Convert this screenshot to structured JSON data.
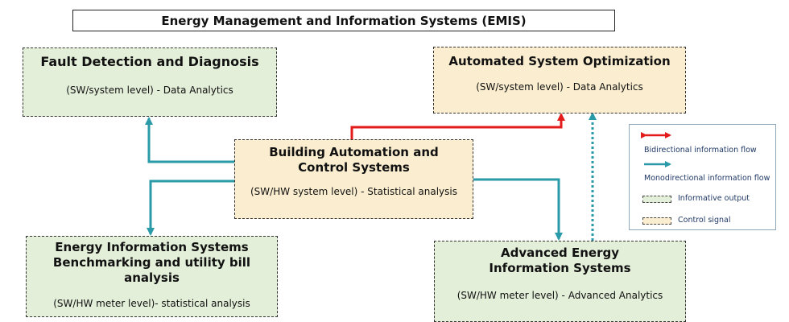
{
  "title": "Energy Management and Information Systems (EMIS)",
  "boxes": {
    "fdd": {
      "heading": "Fault Detection and Diagnosis",
      "sub": "(SW/system level) - Data Analytics"
    },
    "aso": {
      "heading": "Automated System Optimization",
      "sub": "(SW/system level) - Data Analytics"
    },
    "bacs": {
      "heading": "Building Automation and Control Systems",
      "sub": "(SW/HW system level) - Statistical analysis"
    },
    "eis": {
      "heading": "Energy Information Systems Benchmarking and utility bill analysis",
      "sub": "(SW/HW meter level)- statistical analysis"
    },
    "aeis": {
      "heading": "Advanced Energy Information Systems",
      "sub": "(SW/HW meter level) - Advanced Analytics"
    }
  },
  "legend": {
    "bidirectional": "Bidirectional information flow",
    "monodirectional": "Monodirectional information flow",
    "informative": "Informative output",
    "control": "Control signal"
  },
  "colors": {
    "bidirectional_arrow": "#e31b1b",
    "monodirectional_arrow": "#2a9aa8",
    "informative_fill": "#e3efd9",
    "control_fill": "#fbeed0"
  }
}
